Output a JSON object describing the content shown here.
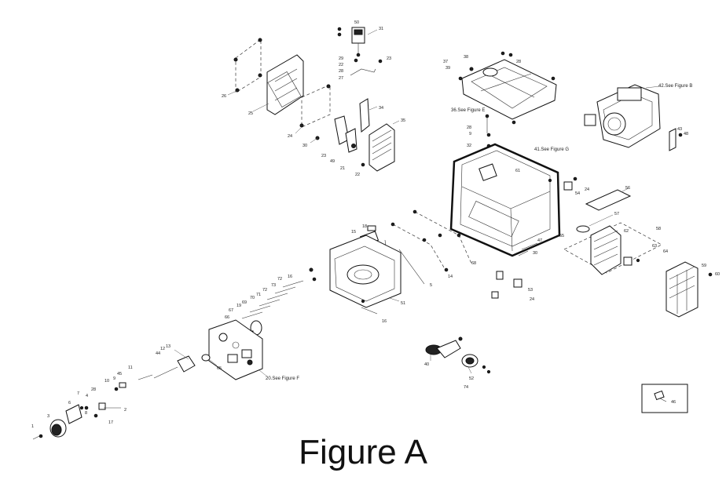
{
  "title": "Figure A",
  "refs": {
    "r42": "42.See Figure B",
    "r36": "36.See Figure E",
    "r41": "41.See Figure G",
    "r20": "20.See Figure F"
  },
  "labels": {
    "n50": "50",
    "n31": "31",
    "n29": "29",
    "n22": "22",
    "n27": "27",
    "n23": "23",
    "n26": "26",
    "n25": "25",
    "n24": "24",
    "n30": "30",
    "n34": "34",
    "n35": "35",
    "n38": "38",
    "n37": "37",
    "n28": "28",
    "n9": "9",
    "n32": "32",
    "n43": "43",
    "n48": "48",
    "n56": "56",
    "n57": "57",
    "n58": "58",
    "n47": "47",
    "n55": "55",
    "n62": "62",
    "n63": "63",
    "n64": "64",
    "n59": "59",
    "n60": "60",
    "n15": "15",
    "n18": "18",
    "n14": "14",
    "n5": "5",
    "n68": "68",
    "n16": "16",
    "n72": "72",
    "n73": "73",
    "n71": "71",
    "n70": "70",
    "n69": "69",
    "n19": "19",
    "n67": "67",
    "n66": "66",
    "n51": "51",
    "n53": "53",
    "n65": "65",
    "n13": "13",
    "n12": "12",
    "n44": "44",
    "n11": "11",
    "n10": "10",
    "n45": "45",
    "n4": "4",
    "n2": "2",
    "n17": "17",
    "n3": "3",
    "n1": "1",
    "n8": "8",
    "n6": "6",
    "n7": "7",
    "n40": "40",
    "n52": "52",
    "n74": "74",
    "n46": "46",
    "n21": "21",
    "n54": "54",
    "n39": "39",
    "n61": "61",
    "n49": "49"
  }
}
